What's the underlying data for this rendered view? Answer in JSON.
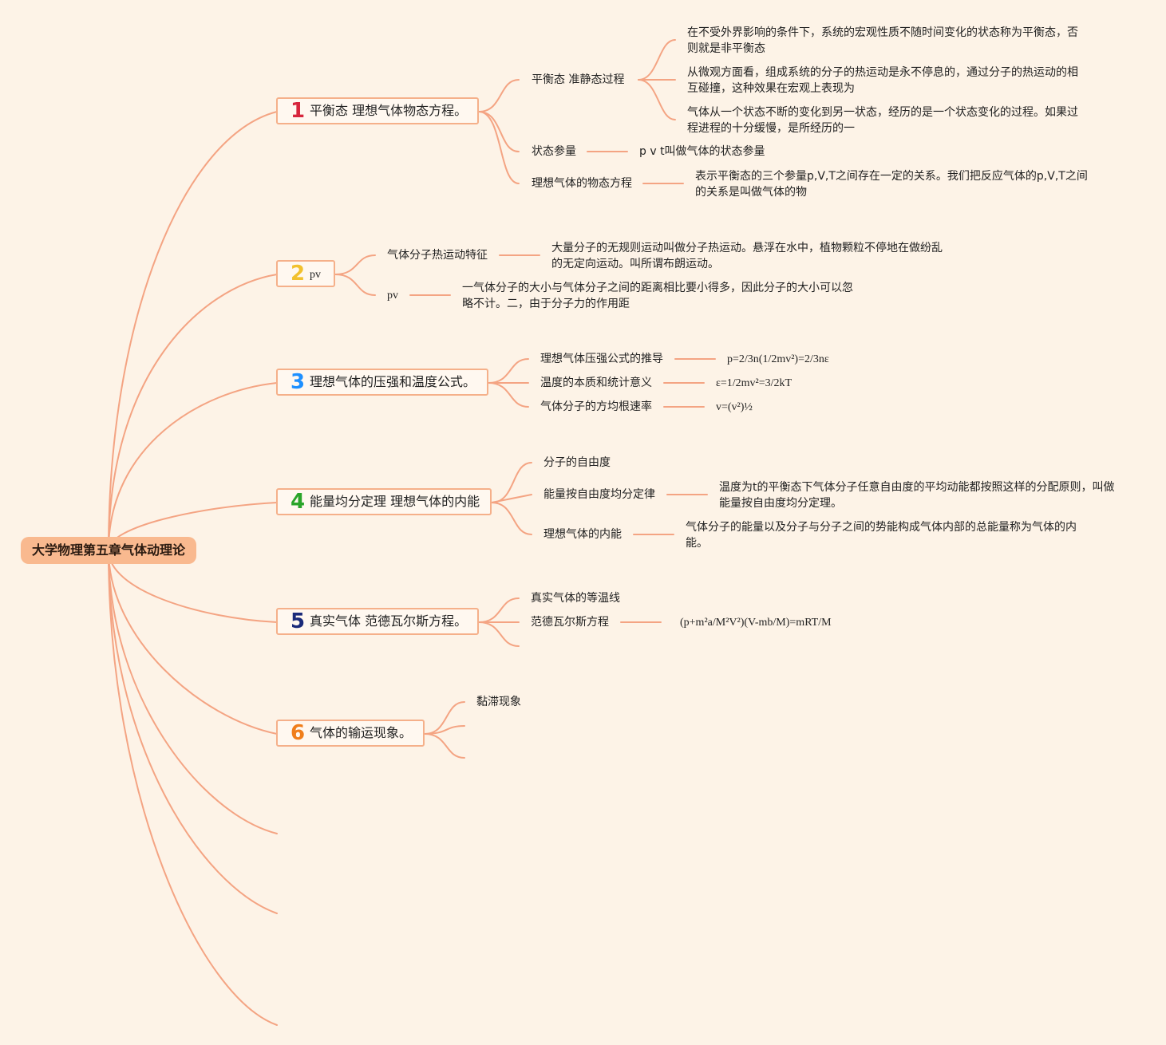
{
  "root": "大学物理第五章气体动理论",
  "topics": [
    {
      "num": "1",
      "label": "平衡态 理想气体物态方程。"
    },
    {
      "num": "2",
      "label": "pv"
    },
    {
      "num": "3",
      "label": "理想气体的压强和温度公式。"
    },
    {
      "num": "4",
      "label": "能量均分定理 理想气体的内能"
    },
    {
      "num": "5",
      "label": "真实气体 范德瓦尔斯方程。"
    },
    {
      "num": "6",
      "label": "气体的输运现象。"
    }
  ],
  "t1": {
    "s1": "平衡态 准静态过程",
    "s1_leaves": [
      "在不受外界影响的条件下，系统的宏观性质不随时间变化的状态称为平衡态，否则就是非平衡态",
      "从微观方面看，组成系统的分子的热运动是永不停息的，通过分子的热运动的相互碰撞，这种效果在宏观上表现为",
      "气体从一个状态不断的变化到另一状态，经历的是一个状态变化的过程。如果过程进程的十分缓慢，是所经历的一"
    ],
    "s2": "状态参量",
    "s2_leaf": "p v t叫做气体的状态参量",
    "s3": "理想气体的物态方程",
    "s3_leaf": "表示平衡态的三个参量p,V,T之间存在一定的关系。我们把反应气体的p,V,T之间的关系是叫做气体的物"
  },
  "t2": {
    "s1": "气体分子热运动特征",
    "s1_leaf": "大量分子的无规则运动叫做分子热运动。悬浮在水中，植物颗粒不停地在做纷乱的无定向运动。叫所谓布朗运动。",
    "s2": "pv",
    "s2_leaf": "一气体分子的大小与气体分子之间的距离相比要小得多，因此分子的大小可以忽略不计。二，由于分子力的作用距"
  },
  "t3": {
    "s1": "理想气体压强公式的推导",
    "s1_leaf": "p=2/3n(1/2mv²)=2/3nε",
    "s2": "温度的本质和统计意义",
    "s2_leaf": "ε=1/2mv²=3/2kT",
    "s3": "气体分子的方均根速率",
    "s3_leaf": "v=(v²)½"
  },
  "t4": {
    "s1": "分子的自由度",
    "s2": "能量按自由度均分定律",
    "s2_leaf": "温度为t的平衡态下气体分子任意自由度的平均动能都按照这样的分配原则，叫做能量按自由度均分定理。",
    "s3": "理想气体的内能",
    "s3_leaf": "气体分子的能量以及分子与分子之间的势能构成气体内部的总能量称为气体的内能。"
  },
  "t5": {
    "s1": "真实气体的等温线",
    "s2": "范德瓦尔斯方程",
    "s2_leaf": "(p+m²a/M²V²)(V-mb/M)=mRT/M"
  },
  "t6": {
    "s1": "黏滞现象"
  },
  "colors": {
    "line": "#f4a483",
    "root_bg": "#f9b98f",
    "topic_border": "#f5b08a",
    "bg": "#fdf3e7"
  }
}
